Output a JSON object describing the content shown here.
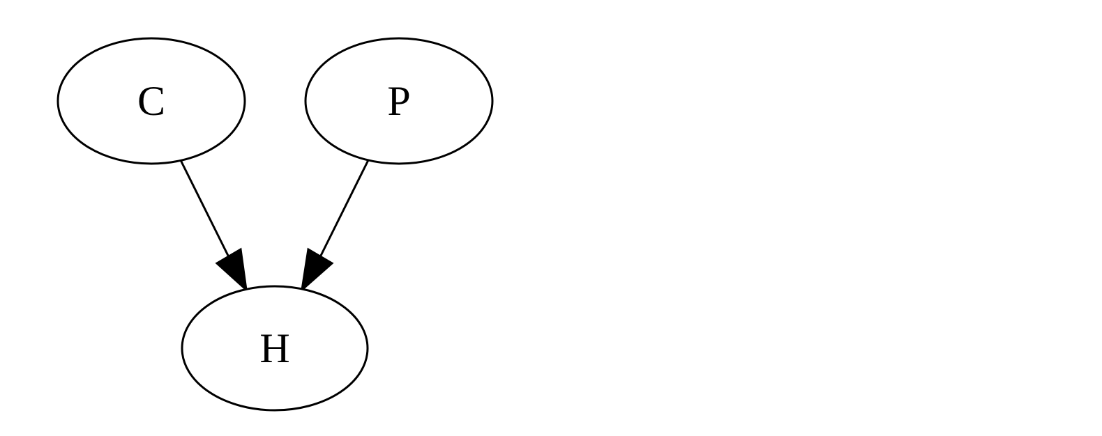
{
  "nodes": [
    {
      "id": "C",
      "label": "C"
    },
    {
      "id": "P",
      "label": "P"
    },
    {
      "id": "H",
      "label": "H"
    }
  ],
  "edges": [
    {
      "from": "C",
      "to": "H"
    },
    {
      "from": "P",
      "to": "H"
    }
  ],
  "colors": {
    "stroke": "#000000",
    "background": "#ffffff"
  }
}
